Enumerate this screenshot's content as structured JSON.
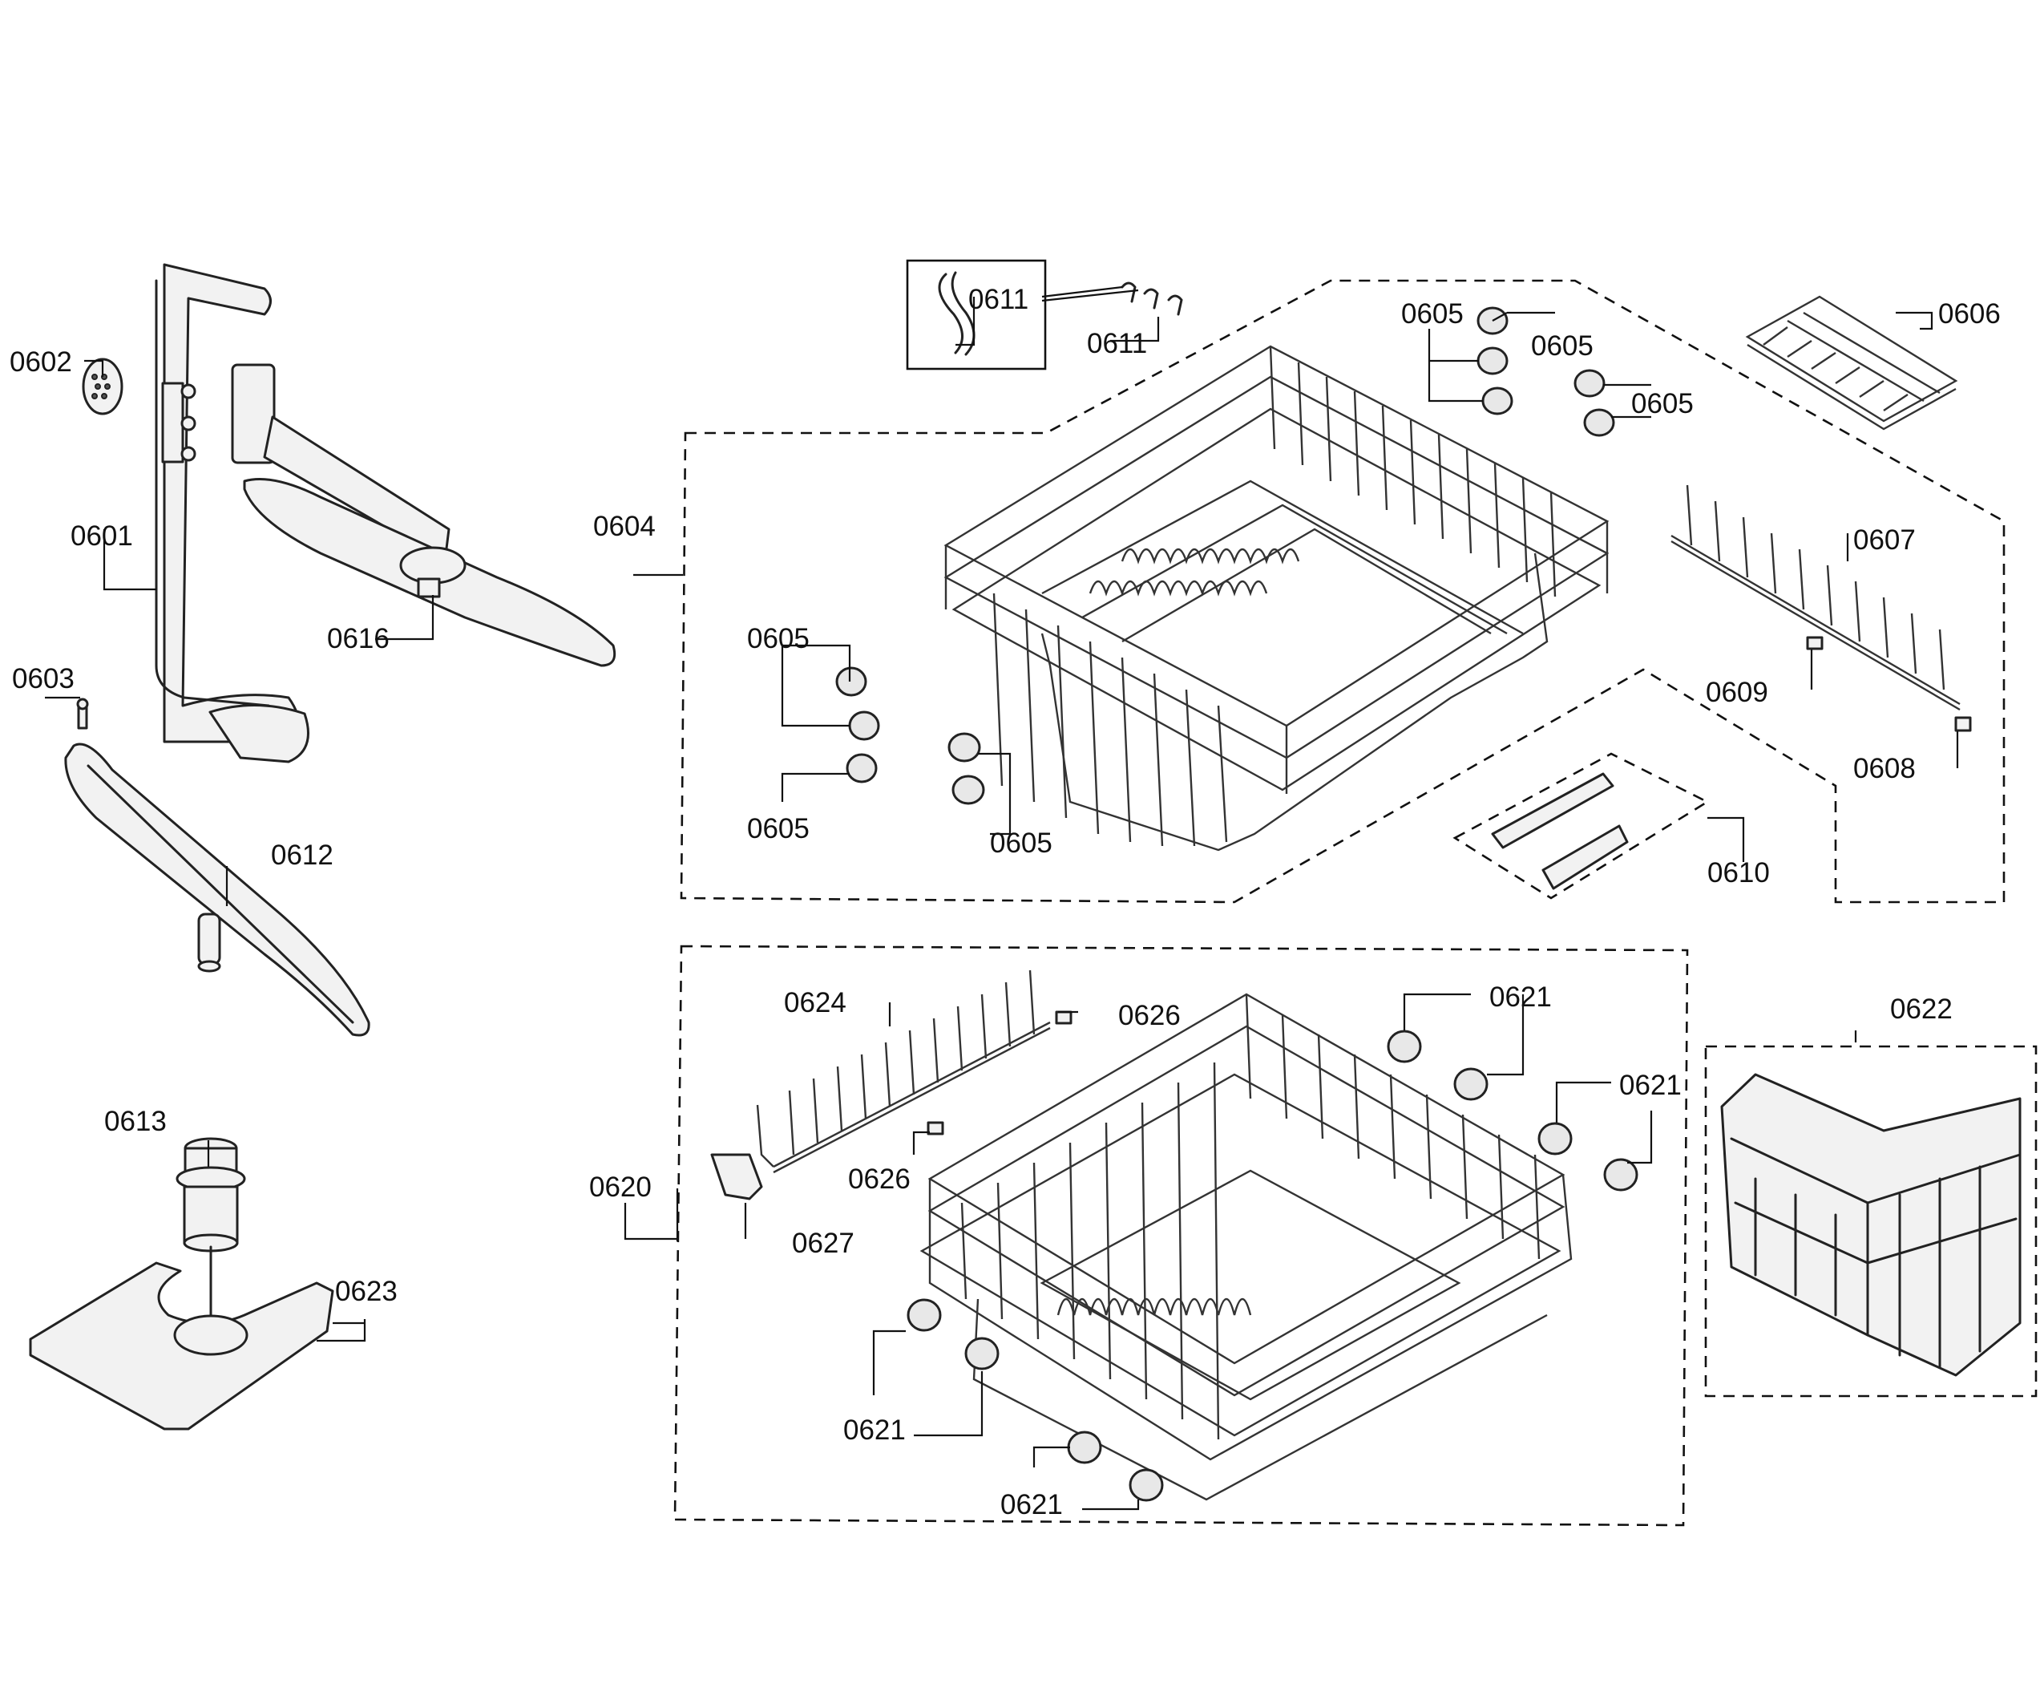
{
  "labels": {
    "p0601": "0601",
    "p0602": "0602",
    "p0603": "0603",
    "p0604": "0604",
    "p0605": "0605",
    "p0606": "0606",
    "p0607": "0607",
    "p0608": "0608",
    "p0609": "0609",
    "p0610": "0610",
    "p0611": "0611",
    "p0612": "0612",
    "p0613": "0613",
    "p0616": "0616",
    "p0620": "0620",
    "p0621": "0621",
    "p0622": "0622",
    "p0623": "0623",
    "p0624": "0624",
    "p0626": "0626",
    "p0627": "0627"
  }
}
